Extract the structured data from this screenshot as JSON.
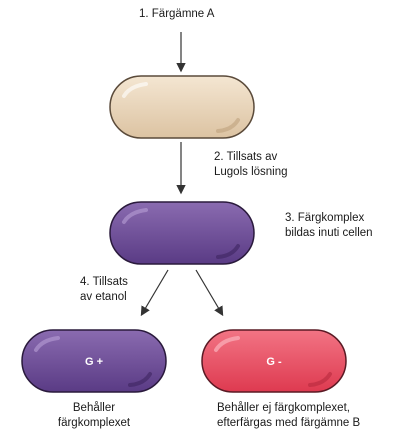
{
  "steps": {
    "step1": "1. Färgämne A",
    "step2_line1": "2. Tillsats av",
    "step2_line2": "Lugols lösning",
    "step3_line1": "3. Färgkomplex",
    "step3_line2": "bildas inuti cellen",
    "step4_line1": "4. Tillsats",
    "step4_line2": "av etanol"
  },
  "cells": {
    "gram_positive_label": "G +",
    "gram_negative_label": "G -"
  },
  "results": {
    "left_line1": "Behåller",
    "left_line2": "färgkomplexet",
    "right_line1": "Behåller ej färgkomplexet,",
    "right_line2": "efterfärgas med färgämne B"
  },
  "colors": {
    "unstained": "#e8d3b6",
    "purple": "#6a4a94",
    "red": "#ea4a5e",
    "arrow": "#333333"
  }
}
